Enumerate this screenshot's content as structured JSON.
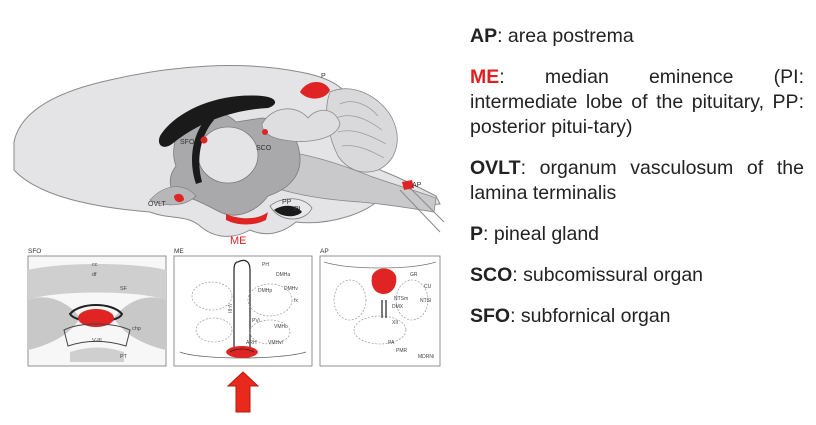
{
  "figure": {
    "sagittal_labels": {
      "p": "P",
      "sfo": "SFO",
      "sco": "SCO",
      "ovlt": "OVLT",
      "pp": "PP",
      "pi": "PI",
      "ap": "AP",
      "me": "ME"
    },
    "panels": {
      "sfo": {
        "title": "SFO",
        "labels": {
          "cc": "cc",
          "df": "df",
          "sf": "SF",
          "chp": "chp",
          "v3": "V-III",
          "pt": "PT"
        }
      },
      "me": {
        "title": "ME",
        "labels": {
          "ph": "PH",
          "dmha": "DMHa",
          "dmhp": "DMHp",
          "dmhv": "DMHv",
          "fx": "fx",
          "v3": "V-III",
          "pvi": "PVi",
          "vmhc": "VMHc",
          "arh": "ARH",
          "vmhvl": "VMHvl"
        }
      },
      "ap": {
        "title": "AP",
        "labels": {
          "gr": "GR",
          "cu": "CU",
          "nts": "NTSm",
          "ntsl": "NTSl",
          "dmx": "DMX",
          "xii": "XII",
          "pa": "PA",
          "pmr": "PMR",
          "mdrn": "MDRNi"
        }
      }
    },
    "colors": {
      "highlight": "#e02424",
      "tissue": "#d3d3d3",
      "dark": "#1a1a1a",
      "arrow": "#e8291c"
    },
    "icons": {
      "pointer": "up-arrow-icon"
    }
  },
  "legend": [
    {
      "abbr": "AP",
      "text": ": area postrema",
      "highlight": false
    },
    {
      "abbr": "ME",
      "text": ":  median  eminence  (PI: intermediate  lobe  of  the pituitary,  PP:  posterior  pitui-tary)",
      "highlight": true
    },
    {
      "abbr": "OVLT",
      "text": ":  organum  vasculosum  of the lamina terminalis",
      "highlight": false
    },
    {
      "abbr": "P",
      "text": ": pineal gland",
      "highlight": false
    },
    {
      "abbr": "SCO",
      "text": ": subcomissural organ",
      "highlight": false
    },
    {
      "abbr": "SFO",
      "text": ": subfornical organ",
      "highlight": false
    }
  ]
}
